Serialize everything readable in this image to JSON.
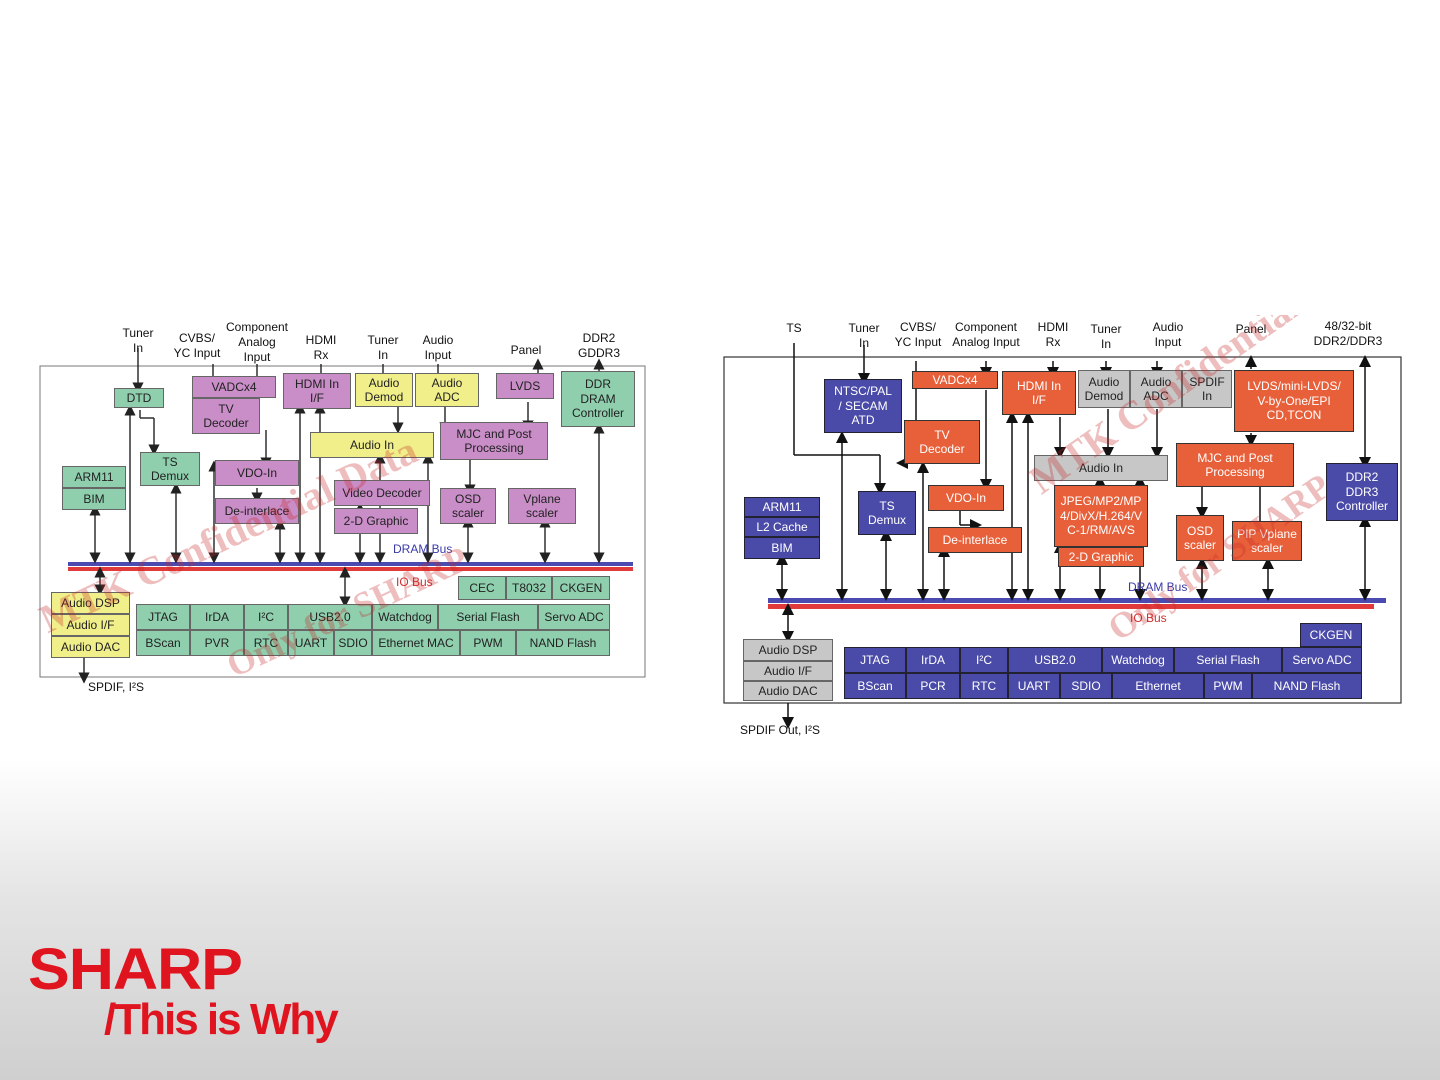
{
  "left_diagram": {
    "inputs": [
      "Tuner\nIn",
      "CVBS/\nYC Input",
      "Component\nAnalog\nInput",
      "HDMI\nRx",
      "Tuner\nIn",
      "Audio\nInput",
      "Panel",
      "DDR2\nGDDR3"
    ],
    "blocks": {
      "dtd": "DTD",
      "ts_demux": "TS\nDemux",
      "arm11": "ARM11",
      "bim": "BIM",
      "vadc": "VADCx4",
      "tv_decoder": "TV\nDecoder",
      "hdmi_if": "HDMI In\nI/F",
      "audio_demod": "Audio\nDemod",
      "audio_adc": "Audio\nADC",
      "audio_in": "Audio In",
      "lvds": "LVDS",
      "ddr_ctrl": "DDR\nDRAM\nController",
      "mjc": "MJC and Post\nProcessing",
      "vdo_in": "VDO-In",
      "deinterlace": "De-interlace",
      "video_decoder": "Video Decoder",
      "graphic_2d": "2-D Graphic",
      "osd": "OSD\nscaler",
      "vplane": "Vplane\nscaler",
      "cec": "CEC",
      "t8032": "T8032",
      "ckgen": "CKGEN",
      "audio_dsp": "Audio DSP",
      "audio_if": "Audio I/F",
      "audio_dac": "Audio DAC",
      "jtag": "JTAG",
      "irda": "IrDA",
      "i2c": "I²C",
      "usb": "USB2.0",
      "watchdog": "Watchdog",
      "serial_flash": "Serial Flash",
      "servo_adc": "Servo ADC",
      "bscan": "BScan",
      "pvr": "PVR",
      "rtc": "RTC",
      "uart": "UART",
      "sdio": "SDIO",
      "ethernet": "Ethernet MAC",
      "pwm": "PWM",
      "nand": "NAND Flash"
    },
    "dram_bus": "DRAM Bus",
    "io_bus": "IO Bus",
    "output": "SPDIF, I²S",
    "watermark_1": "MTK Confidential Data",
    "watermark_2": "Only for SHARP"
  },
  "right_diagram": {
    "inputs": [
      "TS",
      "Tuner\nIn",
      "CVBS/\nYC Input",
      "Component\nAnalog Input",
      "HDMI\nRx",
      "Tuner\nIn",
      "Audio\nInput",
      "Panel",
      "48/32-bit\nDDR2/DDR3"
    ],
    "blocks": {
      "ntsc": "NTSC/PAL\n/ SECAM\nATD",
      "vadc": "VADCx4",
      "tv_decoder": "TV\nDecoder",
      "hdmi_if": "HDMI In\nI/F",
      "audio_demod": "Audio\nDemod",
      "audio_adc": "Audio\nADC",
      "spdif_in": "SPDIF\nIn",
      "lvds": "LVDS/mini-LVDS/\nV-by-One/EPI\nCD,TCON",
      "audio_in": "Audio In",
      "mjc": "MJC and Post\nProcessing",
      "ddr_ctrl": "DDR2\nDDR3\nController",
      "arm11": "ARM11",
      "l2cache": "L2 Cache",
      "bim": "BIM",
      "ts_demux": "TS\nDemux",
      "vdo_in": "VDO-In",
      "deinterlace": "De-interlace",
      "jpeg": "JPEG/MP2/MP\n4/DivX/H.264/V\nC-1/RM/AVS",
      "graphic_2d": "2-D Graphic",
      "osd": "OSD\nscaler",
      "pip": "PIP Vplane\nscaler",
      "ckgen": "CKGEN",
      "audio_dsp": "Audio DSP",
      "audio_if": "Audio I/F",
      "audio_dac": "Audio DAC",
      "jtag": "JTAG",
      "irda": "IrDA",
      "i2c": "I²C",
      "usb": "USB2.0",
      "watchdog": "Watchdog",
      "serial_flash": "Serial Flash",
      "servo_adc": "Servo ADC",
      "bscan": "BScan",
      "pcr": "PCR",
      "rtc": "RTC",
      "uart": "UART",
      "sdio": "SDIO",
      "ethernet": "Ethernet",
      "pwm": "PWM",
      "nand": "NAND Flash"
    },
    "dram_bus": "DRAM Bus",
    "io_bus": "IO Bus",
    "output": "SPDIF Out, I²S",
    "watermark_1": "MTK Confidential Data",
    "watermark_2": "Only for SHARP"
  },
  "branding": {
    "logo": "SHARP",
    "tagline": "/This is Why",
    "brand_color": "#e0141e"
  },
  "colors": {
    "dram_bus": "#4a4ab0",
    "io_bus": "#e03a3a",
    "left_green": "#8fcfae",
    "left_purple": "#c98dc7",
    "left_yellow": "#f1ef8a",
    "right_blue": "#4a4aa8",
    "right_orange": "#e8603a",
    "right_gray": "#c7c7c7"
  }
}
